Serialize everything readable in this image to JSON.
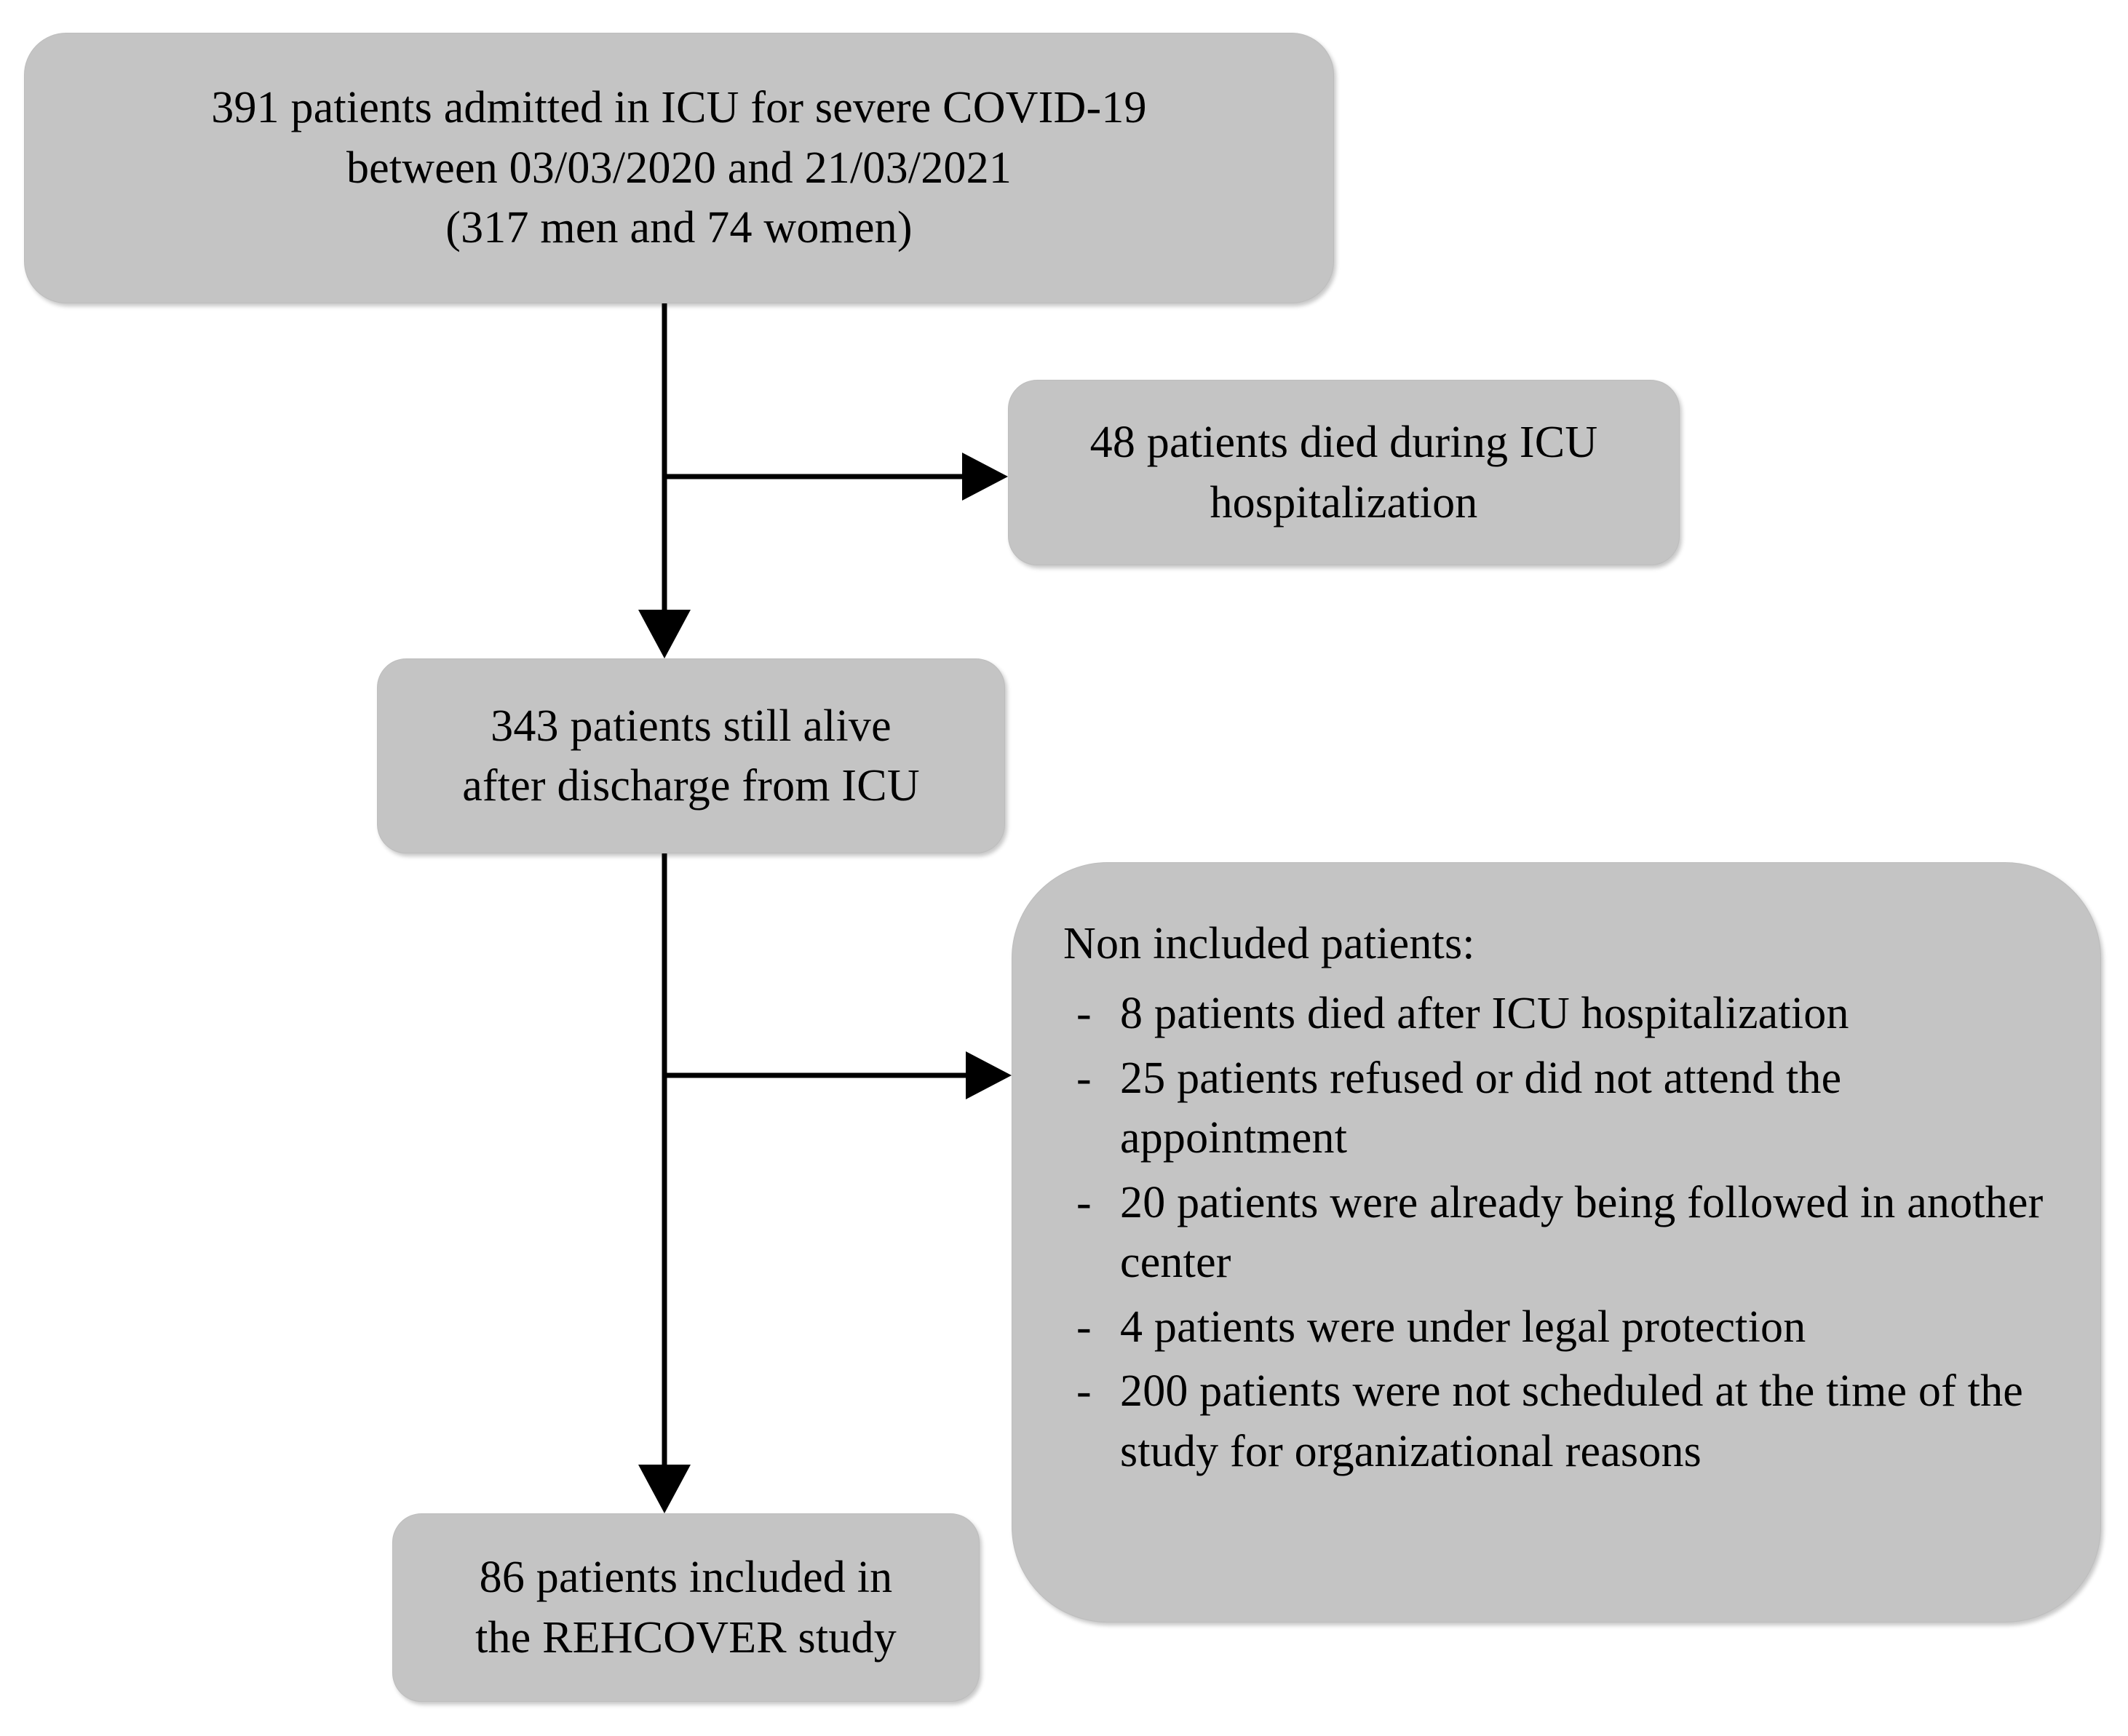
{
  "diagram": {
    "type": "patient-flow-chart",
    "colors": {
      "node_fill": "#c4c4c4",
      "node_border": "#bdbdbd",
      "connector": "#000000",
      "page_background": "#ffffff"
    },
    "nodes": {
      "admitted": {
        "text": "391 patients admitted in ICU for severe COVID-19\nbetween 03/03/2020 and 21/03/2021\n(317 men and 74 women)",
        "count": 391,
        "men": 317,
        "women": 74,
        "date_from": "03/03/2020",
        "date_to": "21/03/2021"
      },
      "died_icu": {
        "text": "48 patients died during ICU\nhospitalization",
        "count": 48
      },
      "alive": {
        "text": "343 patients still alive\nafter discharge from ICU",
        "count": 343
      },
      "excluded": {
        "heading": "Non included patients:",
        "dash": "-",
        "items": [
          {
            "text": "8 patients died after ICU hospitalization",
            "count": 8
          },
          {
            "text": "25 patients refused or did not attend the appointment",
            "count": 25
          },
          {
            "text": "20 patients were already being followed in another center",
            "count": 20
          },
          {
            "text": "4 patients were under legal protection",
            "count": 4
          },
          {
            "text": "200 patients were not scheduled at the time of the study for organizational reasons",
            "count": 200
          }
        ]
      },
      "included": {
        "text": "86 patients included in\nthe REHCOVER study",
        "count": 86,
        "study_name": "REHCOVER"
      }
    },
    "connectors": [
      {
        "name": "admitted-to-alive",
        "kind": "vertical-arrow",
        "from": "admitted",
        "to": "alive"
      },
      {
        "name": "admitted-to-died-icu",
        "kind": "horizontal-arrow",
        "from": "admitted",
        "to": "died_icu"
      },
      {
        "name": "alive-to-included",
        "kind": "vertical-arrow",
        "from": "alive",
        "to": "included"
      },
      {
        "name": "alive-to-excluded",
        "kind": "horizontal-arrow",
        "from": "alive",
        "to": "excluded"
      }
    ]
  }
}
